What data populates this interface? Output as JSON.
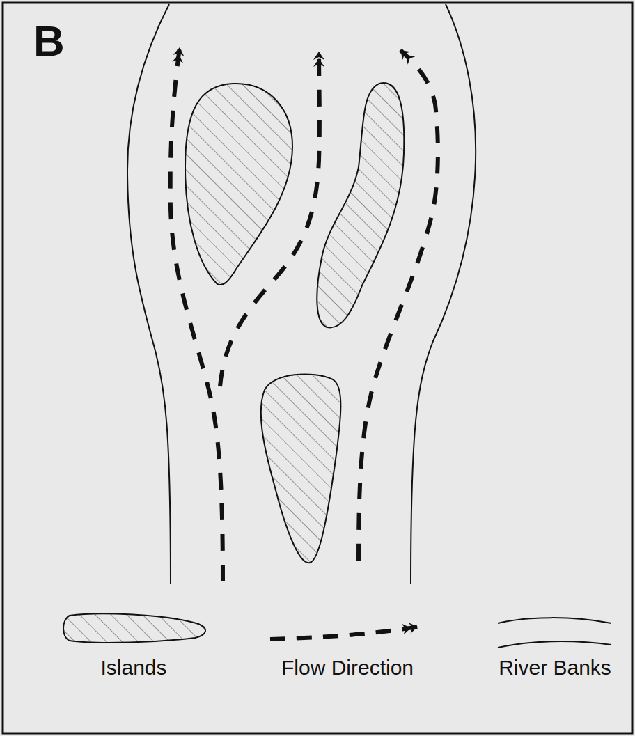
{
  "diagram": {
    "labels": [
      "B"
    ],
    "legend": [
      {
        "text": "Islands"
      },
      {
        "text": "Flow Direction"
      },
      {
        "text": "River Banks"
      }
    ]
  }
}
